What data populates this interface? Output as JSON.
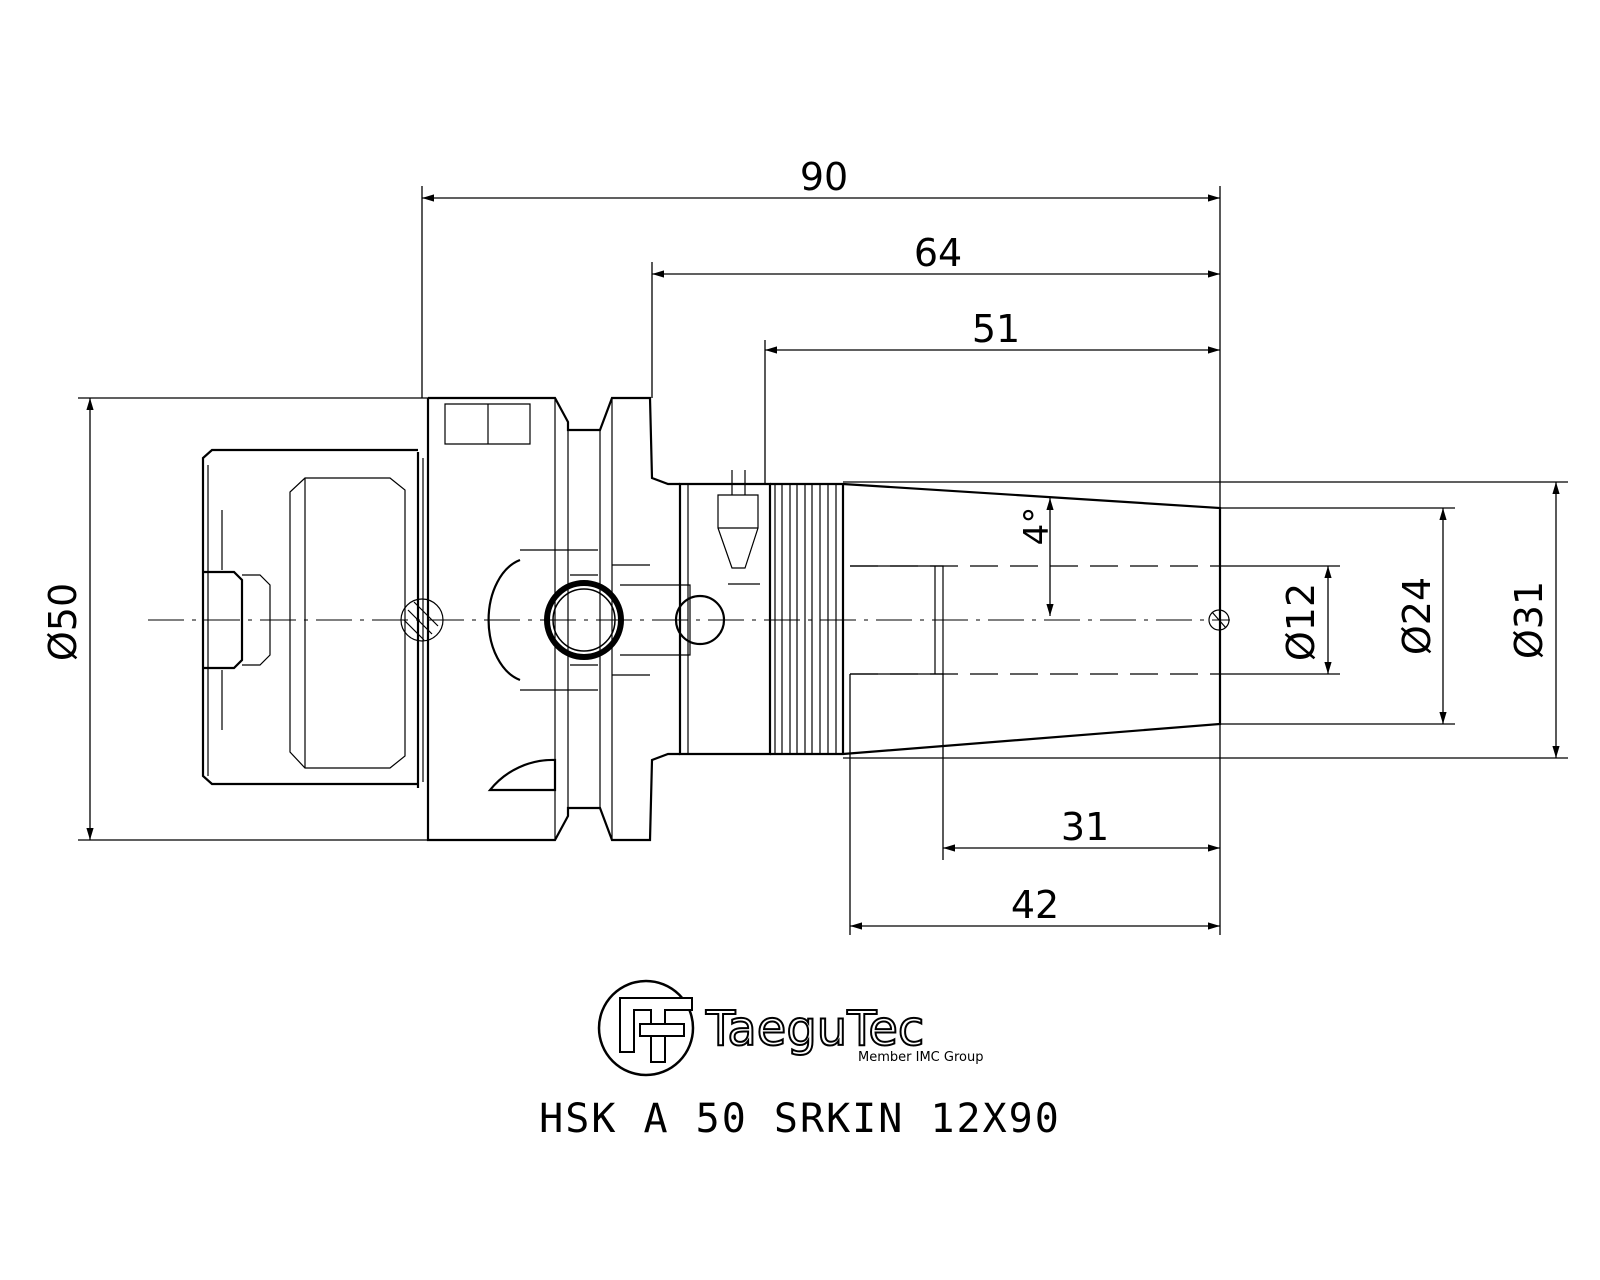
{
  "dimensions": {
    "overall_length": "90",
    "length_64": "64",
    "length_51": "51",
    "length_31": "31",
    "length_42": "42",
    "dia_flange": "Ø50",
    "dia_bore": "Ø12",
    "dia_tip": "Ø24",
    "dia_body": "Ø31",
    "taper_angle": "4°"
  },
  "logo": {
    "brand": "TaeguTec",
    "tagline": "Member IMC Group"
  },
  "part_number": "HSK A 50 SRKIN 12X90"
}
